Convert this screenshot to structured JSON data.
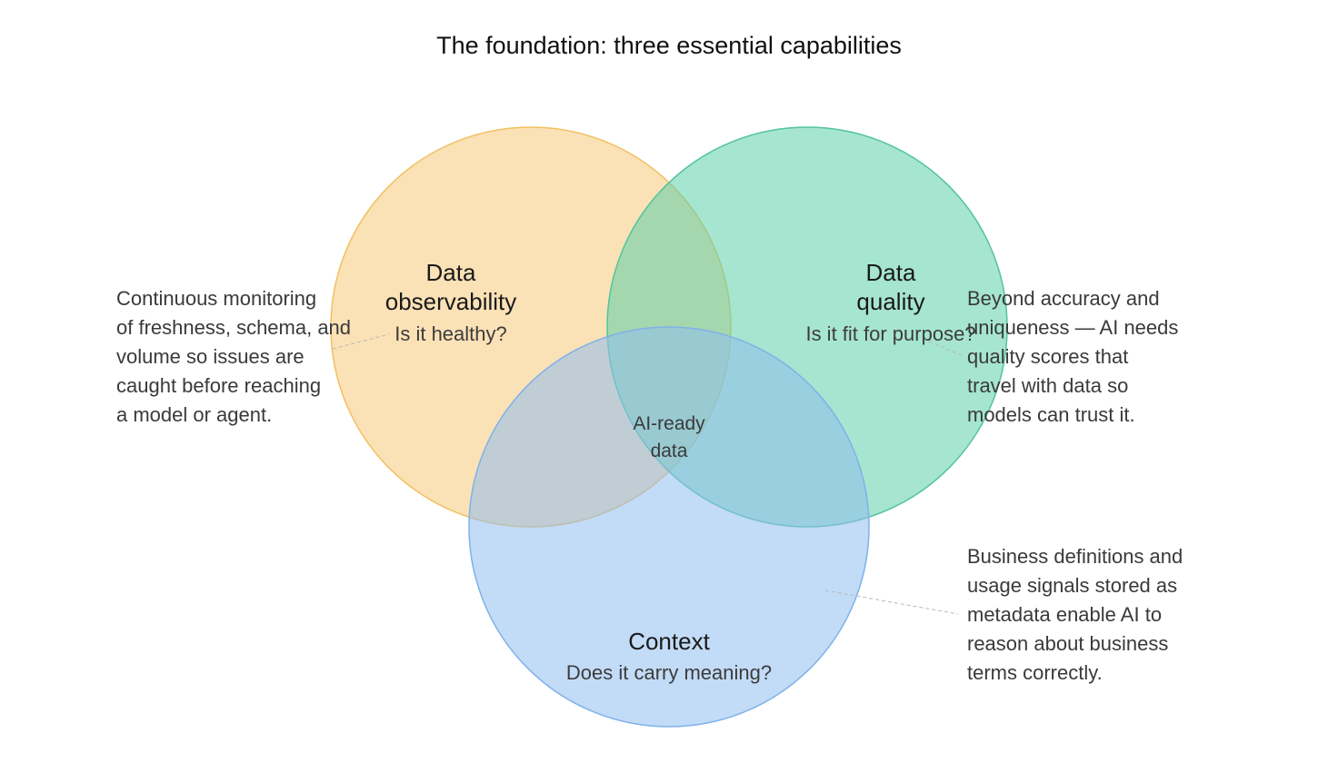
{
  "title": "The foundation: three essential capabilities",
  "circles": [
    {
      "title_lines": [
        "Data",
        "observability"
      ],
      "question": "Is it healthy?",
      "fill": "#f8c97a",
      "stroke": "#f2c062",
      "icon": "orange-circle"
    },
    {
      "title_lines": [
        "Data",
        "quality"
      ],
      "question": "Is it fit for purpose?",
      "fill": "#5dcfa7",
      "stroke": "#52c49c",
      "icon": "green-circle"
    },
    {
      "title_lines": [
        "Context"
      ],
      "question": "Does it carry meaning?",
      "fill": "#90bdef",
      "stroke": "#7fb1ea",
      "icon": "blue-circle"
    }
  ],
  "center": {
    "line1": "AI-ready",
    "line2": "data"
  },
  "notes": {
    "observability": [
      "Continuous monitoring",
      "of freshness, schema, and",
      "volume so issues are",
      "caught before reaching",
      "a model or agent."
    ],
    "quality": [
      "Beyond accuracy and",
      "uniqueness — AI needs",
      "quality scores that",
      "travel with data so",
      "models can trust it."
    ],
    "context": [
      "Business definitions and",
      "usage signals stored as",
      "metadata enable AI to",
      "reason about business",
      "terms correctly."
    ]
  }
}
